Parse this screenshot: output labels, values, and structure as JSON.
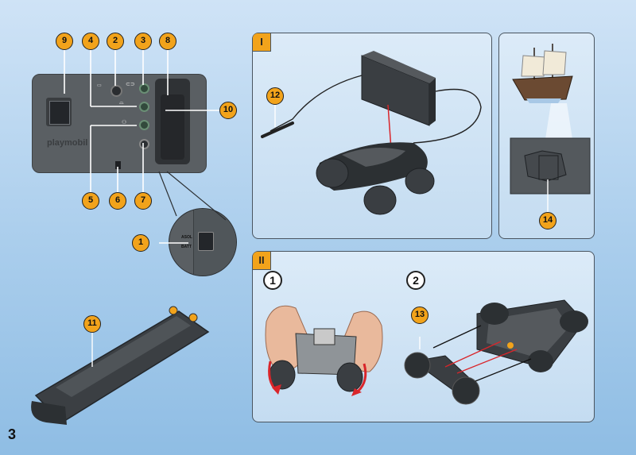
{
  "page": {
    "number": "3"
  },
  "device": {
    "brand": "playmobil",
    "switch_labels": {
      "top": "ASOL",
      "bottom": "BATT"
    }
  },
  "callouts": [
    "1",
    "2",
    "3",
    "4",
    "5",
    "6",
    "7",
    "8",
    "9",
    "10",
    "11",
    "12",
    "13",
    "14"
  ],
  "panels": {
    "panel_1": {
      "label": "I"
    },
    "panel_2": {
      "label": "II",
      "steps": [
        "1",
        "2"
      ]
    }
  },
  "colors": {
    "accent": "#f2a31b",
    "panel_bg": "#d2e5f5",
    "arrow_red": "#d9252a"
  }
}
